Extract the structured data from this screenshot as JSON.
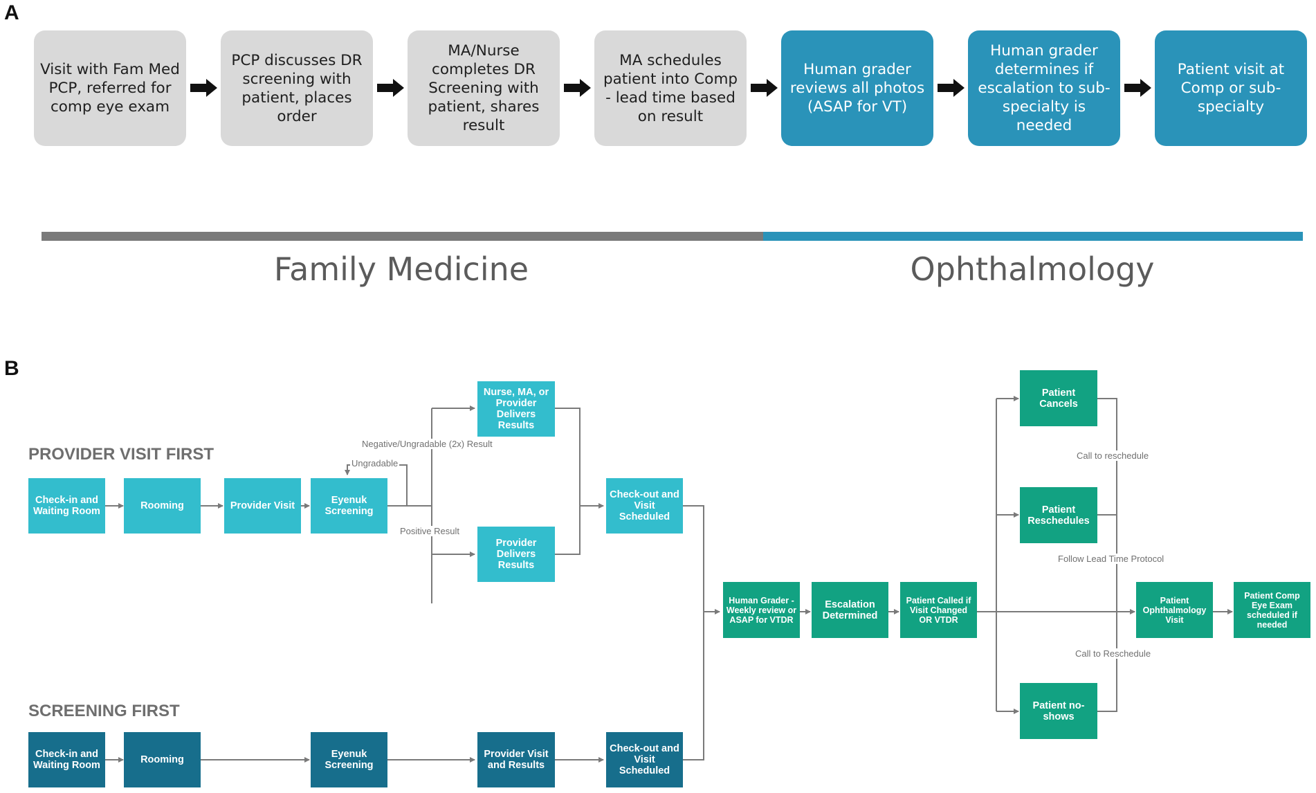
{
  "panel_labels": {
    "a": "A",
    "b": "B"
  },
  "panel_a": {
    "steps": [
      "Visit with Fam Med PCP, referred for comp eye exam",
      "PCP discusses DR screening with patient, places order",
      "MA/Nurse completes DR Screening with patient, shares result",
      "MA schedules patient into Comp - lead time based on result",
      "Human grader reviews all photos (ASAP for VT)",
      "Human grader determines if escalation to sub-specialty is needed",
      "Patient visit at Comp or sub-specialty"
    ],
    "phases": [
      "Family Medicine",
      "Ophthalmology"
    ]
  },
  "panel_b": {
    "provider_first": {
      "title": "PROVIDER VISIT FIRST",
      "checkin": "Check-in and Waiting Room",
      "rooming": "Rooming",
      "provider_visit": "Provider Visit",
      "screening": "Eyenuk Screening",
      "nurse_delivers": "Nurse, MA, or Provider Delivers Results",
      "provider_delivers": "Provider Delivers Results",
      "checkout": "Check-out and Visit Scheduled",
      "label_ungradable": "Ungradable",
      "label_negative": "Negative/Ungradable (2x) Result",
      "label_positive": "Positive Result"
    },
    "screening_first": {
      "title": "SCREENING FIRST",
      "checkin": "Check-in and Waiting Room",
      "rooming": "Rooming",
      "screening": "Eyenuk Screening",
      "provider_visit": "Provider Visit and Results",
      "checkout": "Check-out and Visit Scheduled"
    },
    "ophthalmology": {
      "grader": "Human Grader - Weekly review or ASAP for VTDR",
      "escalation": "Escalation Determined",
      "called": "Patient Called if Visit Changed OR VTDR",
      "cancels": "Patient Cancels",
      "reschedules": "Patient Reschedules",
      "noshows": "Patient no-shows",
      "ophth_visit": "Patient Ophthalmology Visit",
      "comp_exam": "Patient Comp Eye Exam scheduled if needed",
      "label_call_reschedule": "Call to reschedule",
      "label_follow_lead": "Follow Lead Time Protocol",
      "label_call_reschedule_2": "Call to Reschedule"
    }
  },
  "colors": {
    "a_gray": "#d9d9d9",
    "a_blue": "#2a93b9",
    "phase_family": "#7a7a7a",
    "phase_ophthalmology": "#2a93b9",
    "b_cyan": "#33bdcd",
    "b_dark": "#176e8c",
    "b_green": "#12a282",
    "connector": "#7a7a7a"
  }
}
